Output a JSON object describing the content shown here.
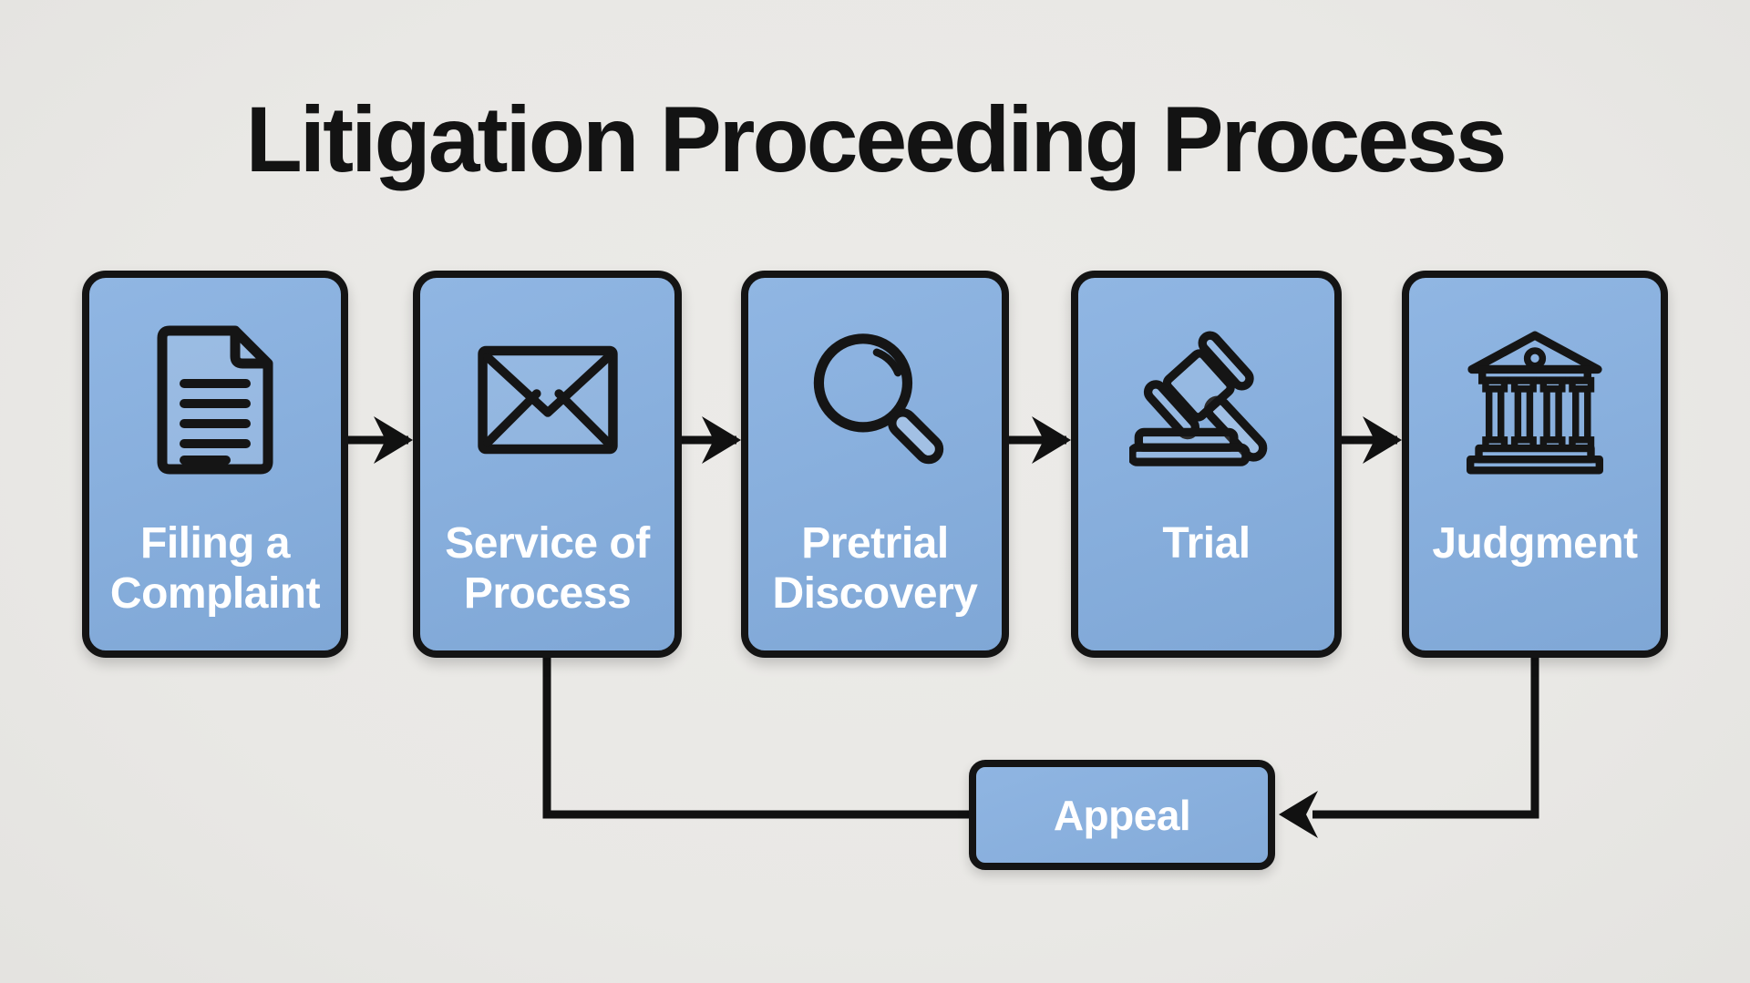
{
  "title": "Litigation Proceeding Process",
  "stages": [
    {
      "label": "Filing a Complaint",
      "icon": "document-icon"
    },
    {
      "label": "Service of Process",
      "icon": "envelope-icon"
    },
    {
      "label": "Pretrial Discovery",
      "icon": "magnifier-icon"
    },
    {
      "label": "Trial",
      "icon": "gavel-icon"
    },
    {
      "label": "Judgment",
      "icon": "courthouse-icon"
    }
  ],
  "appeal": {
    "label": "Appeal"
  },
  "connections": [
    {
      "from": "Filing a Complaint",
      "to": "Service of Process",
      "type": "arrow"
    },
    {
      "from": "Service of Process",
      "to": "Pretrial Discovery",
      "type": "arrow"
    },
    {
      "from": "Pretrial Discovery",
      "to": "Trial",
      "type": "arrow"
    },
    {
      "from": "Trial",
      "to": "Judgment",
      "type": "arrow"
    },
    {
      "from": "Judgment",
      "to": "Appeal",
      "type": "arrow"
    },
    {
      "from": "Appeal",
      "to": "Service of Process",
      "type": "line"
    }
  ],
  "colors": {
    "box_fill": "#87aedc",
    "box_border": "#141414",
    "line": "#111111",
    "title_text": "#131313",
    "label_text": "#ffffff",
    "background": "#e9e8e5"
  }
}
